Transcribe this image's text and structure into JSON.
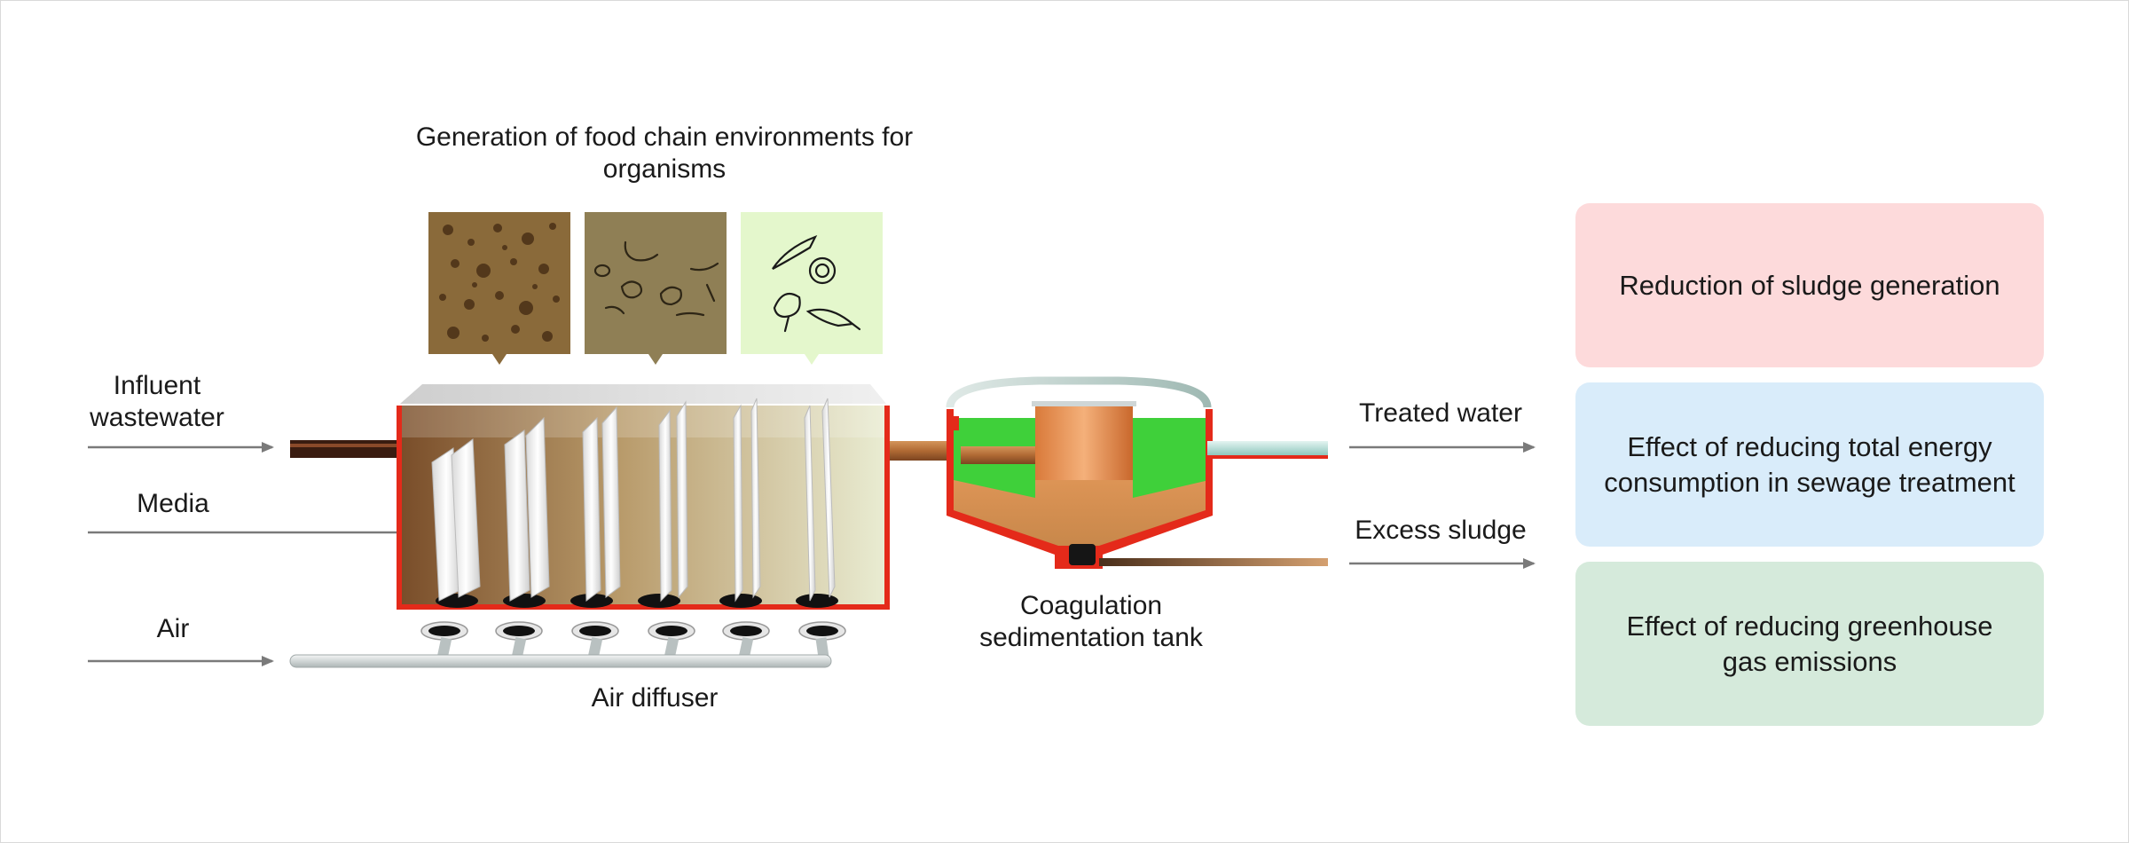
{
  "header": {
    "title": "Generation of food chain environments for organisms"
  },
  "inputs": {
    "influent": "Influent wastewater",
    "media": "Media",
    "air": "Air"
  },
  "components": {
    "air_diffuser": "Air diffuser",
    "sedimentation_tank": "Coagulation sedimentation tank"
  },
  "outputs": {
    "treated_water": "Treated water",
    "excess_sludge": "Excess sludge"
  },
  "effects": [
    {
      "label": "Reduction of sludge generation",
      "color": "#fddadb"
    },
    {
      "label": "Effect of reducing total energy consumption in sewage treatment",
      "color": "#d9ecfa"
    },
    {
      "label": "Effect of reducing greenhouse gas emissions",
      "color": "#d5eadb"
    }
  ],
  "organism_panels": [
    {
      "icon": "bacteria-micrograph-icon",
      "color": "#8a6a3a"
    },
    {
      "icon": "protozoa-micrograph-icon",
      "color": "#8f7f55"
    },
    {
      "icon": "metazoa-drawing-icon",
      "color": "#e4f7cc"
    }
  ],
  "colors": {
    "tank_wall": "#e42a1a",
    "arrow": "#7a7a7a",
    "sludge": "#c98a4e",
    "clear_water": "#3fd03a"
  }
}
